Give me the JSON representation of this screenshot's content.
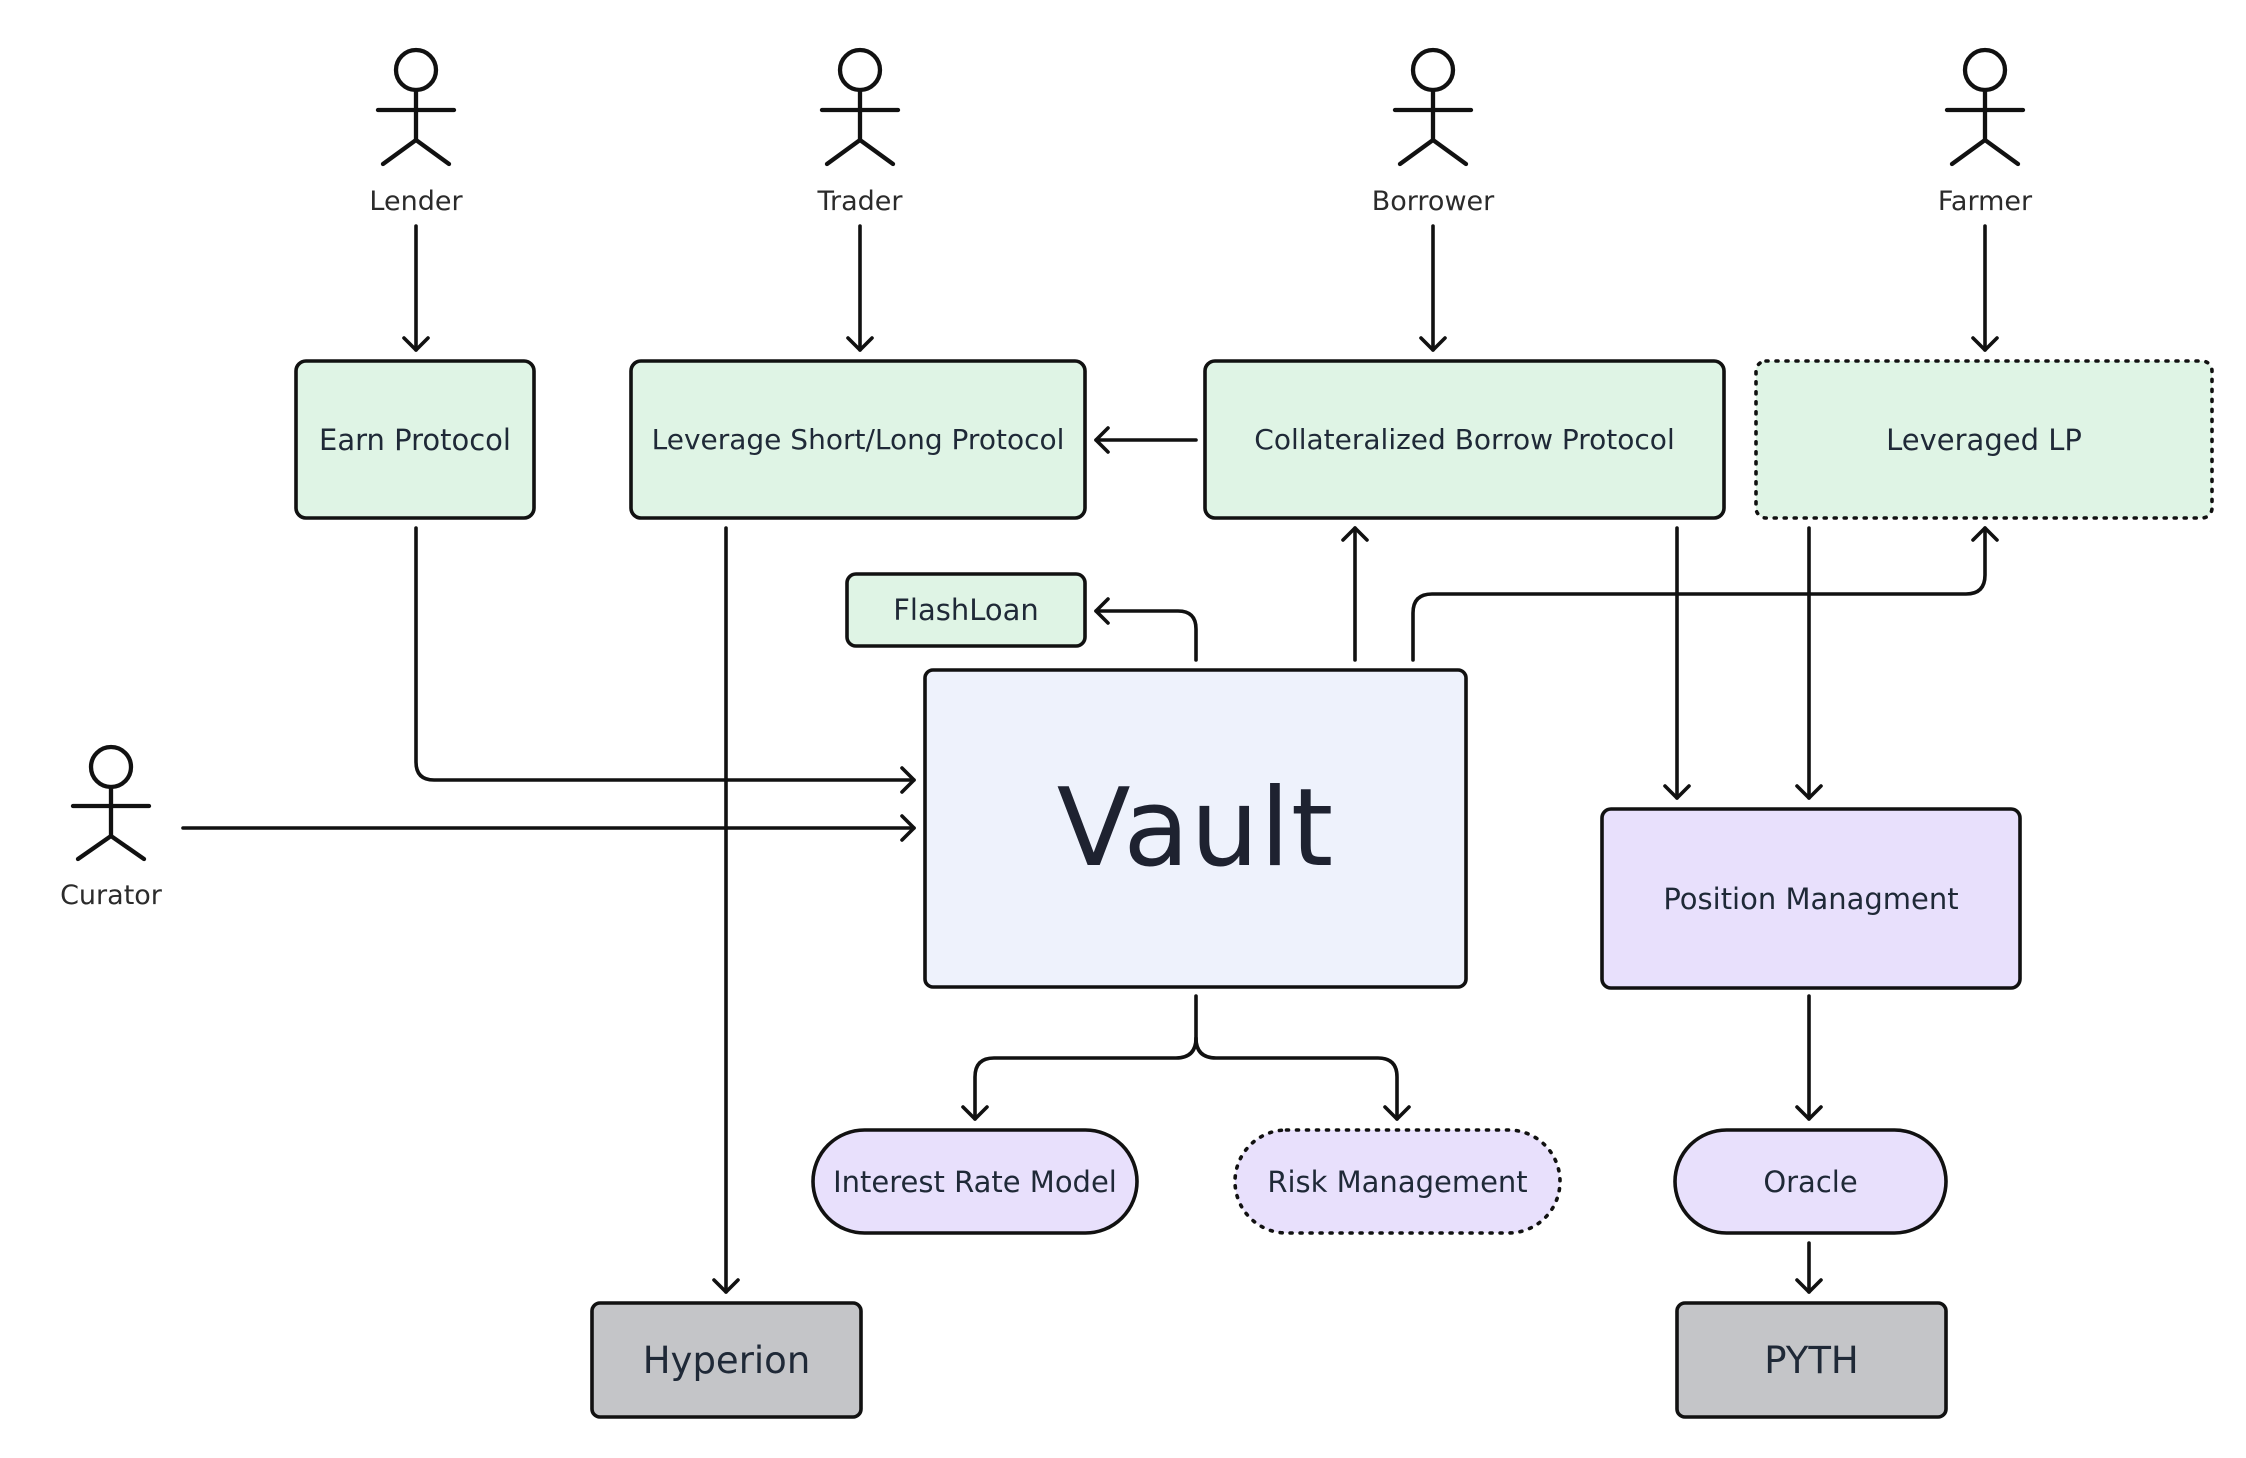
{
  "colors": {
    "protocol_fill": "#dff4e5",
    "core_fill": "#eef2fc",
    "service_fill": "#e8e0fc",
    "external_fill": "#c4c5c8",
    "stroke": "#111111"
  },
  "actors": {
    "lender": "Lender",
    "trader": "Trader",
    "borrower": "Borrower",
    "farmer": "Farmer",
    "curator": "Curator"
  },
  "nodes": {
    "earn": "Earn Protocol",
    "leverage": "Leverage Short/Long Protocol",
    "collateral": "Collateralized Borrow Protocol",
    "leveraged_lp": "Leveraged LP",
    "flashloan": "FlashLoan",
    "vault": "Vault",
    "position": "Position Managment",
    "irm": "Interest Rate Model",
    "risk": "Risk Management",
    "oracle": "Oracle",
    "hyperion": "Hyperion",
    "pyth": "PYTH"
  }
}
